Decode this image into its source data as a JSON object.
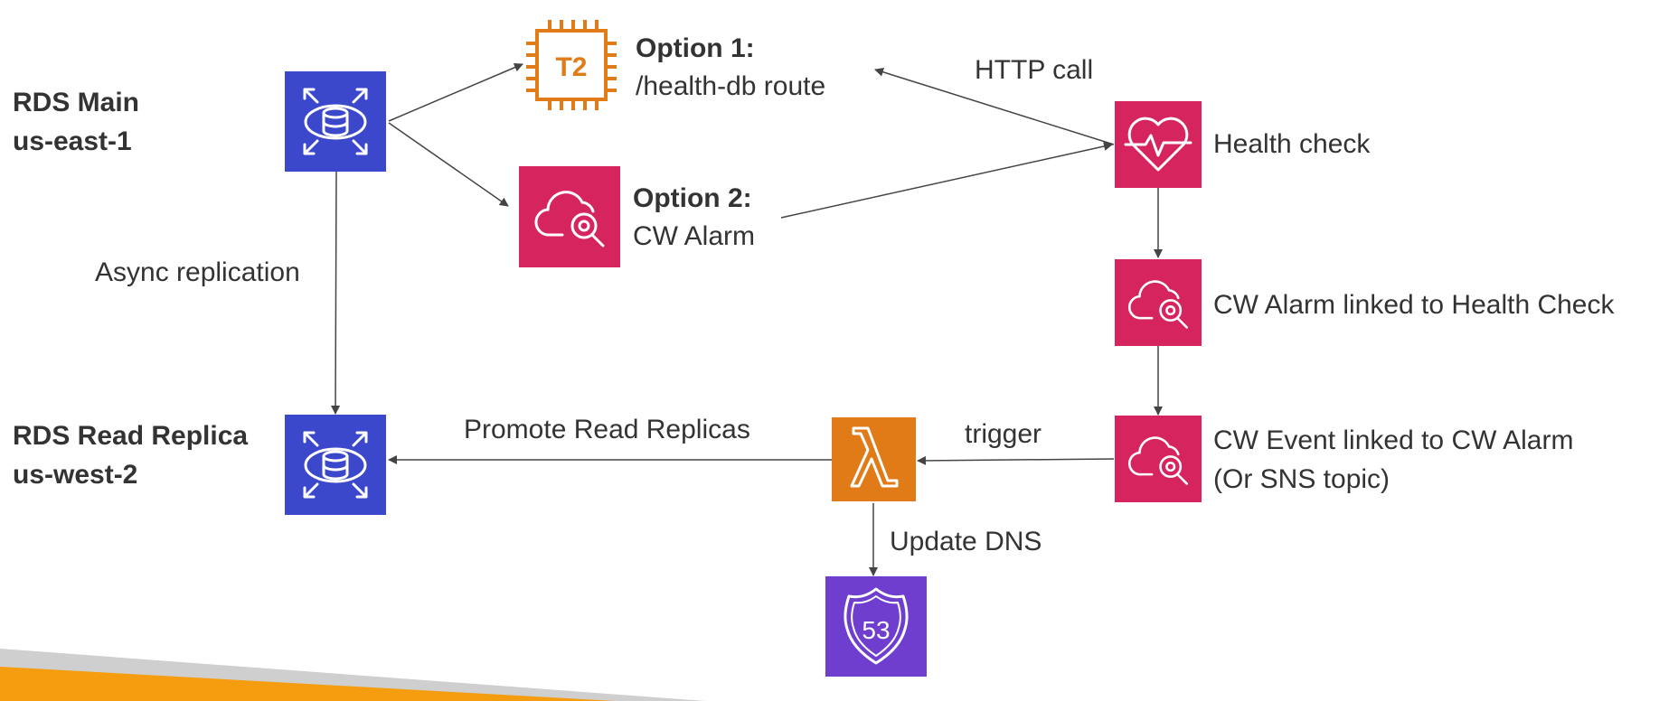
{
  "regions": {
    "main": {
      "title": "RDS Main",
      "region": "us-east-1"
    },
    "replica": {
      "title": "RDS Read Replica",
      "region": "us-west-2"
    }
  },
  "options": {
    "option1": {
      "title": "Option 1:",
      "detail": "/health-db route",
      "chip_text": "T2"
    },
    "option2": {
      "title": "Option 2:",
      "detail": "CW Alarm"
    }
  },
  "labels": {
    "async_replication": "Async replication",
    "http_call": "HTTP call",
    "health_check": "Health check",
    "cw_alarm_linked": "CW Alarm linked to Health Check",
    "cw_event_linked": "CW Event linked to CW Alarm",
    "sns_alt": "(Or SNS topic)",
    "trigger": "trigger",
    "promote": "Promote Read Replicas",
    "update_dns": "Update DNS"
  },
  "route53_text": "53",
  "colors": {
    "rds_blue": "#3b48cc",
    "compute_orange": "#e07b18",
    "mgmt_pink": "#d6245f",
    "route53_purple": "#6f3ecf",
    "footer_orange": "#f59d0e",
    "footer_gray": "#cfcfcf"
  },
  "icons": [
    "rds-database-icon",
    "ec2-t2-instance-icon",
    "cloudwatch-alarm-icon",
    "route53-health-check-icon",
    "lambda-icon",
    "route53-icon"
  ]
}
